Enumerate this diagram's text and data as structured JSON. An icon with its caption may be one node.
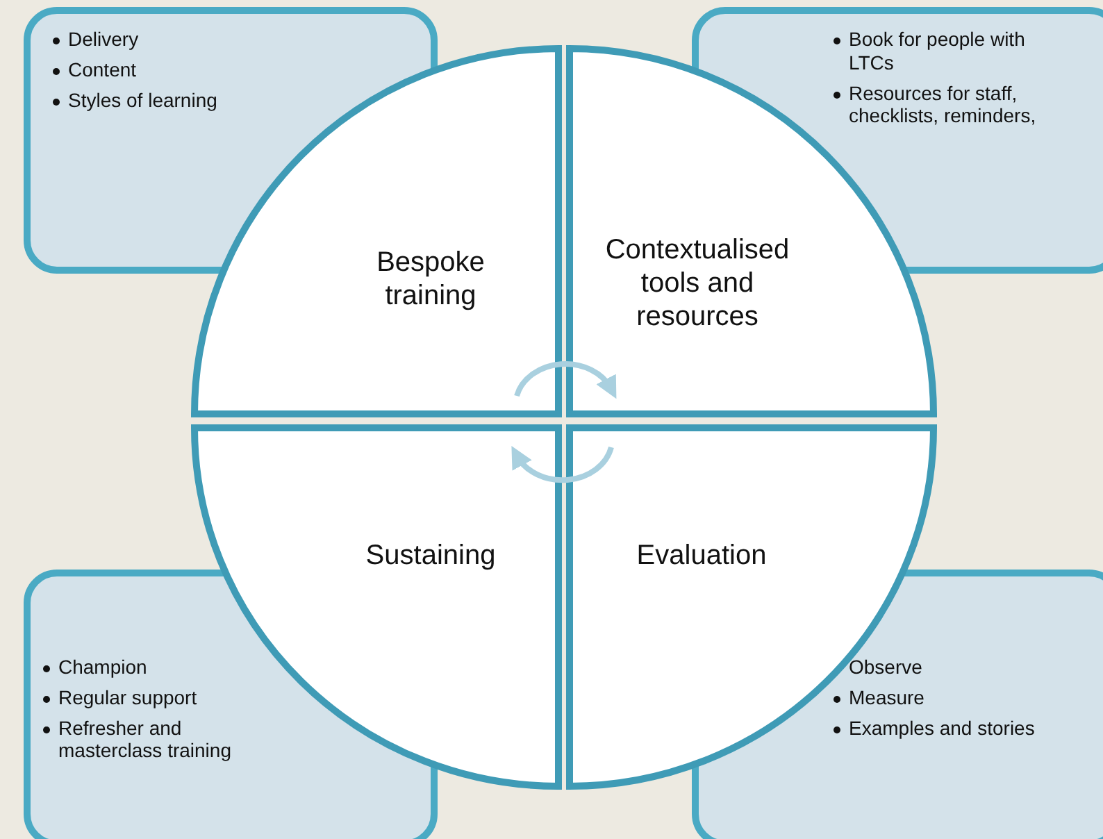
{
  "diagram": {
    "nodes": [
      {
        "text": [
          "Delivery",
          "Content",
          "Styles of learning"
        ]
      },
      {
        "text": [
          "Book for people with LTCs",
          "Resources for staff, checklists, reminders,"
        ]
      },
      {
        "text": [
          "Champion",
          "Regular support",
          "Refresher and masterclass training"
        ]
      },
      {
        "text": [
          "Observe",
          "Measure",
          "Examples and stories"
        ]
      },
      {
        "text": [
          "Bespoke training"
        ]
      },
      {
        "text": [
          "Contextualised tools and resources"
        ]
      },
      {
        "text": [
          "Sustaining"
        ]
      },
      {
        "text": [
          "Evaluation"
        ]
      }
    ],
    "edges": [
      {
        "from": 4,
        "to": 5,
        "arrow": "to"
      },
      {
        "from": 7,
        "to": 6,
        "arrow": "to"
      }
    ]
  }
}
